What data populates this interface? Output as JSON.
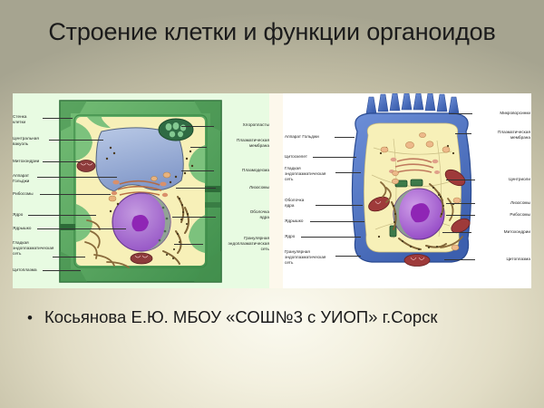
{
  "slide": {
    "title": "Строение клетки и функции органоидов",
    "background_colors": {
      "center": "#fbfaf0",
      "edge": "#a6a490"
    }
  },
  "bullet": {
    "marker": "•",
    "text": "Косьянова Е.Ю. МБОУ  «СОШ№3 с УИОП» г.Сорск"
  },
  "plant_cell": {
    "panel_background": "#e8fbe2",
    "colors": {
      "wall": "#5bab5e",
      "cytoplasm": "#f7f0b8",
      "vacuole": "#97aed8",
      "nucleus": "#9c57c4",
      "chloroplast": "#2f6b43",
      "mitochondria": "#8d3b3b",
      "golgi": "#d9906b"
    },
    "labels_left": [
      "Стенка\nклетки",
      "Центральная\nвакуоль",
      "Митохондрии",
      "Аппарат\nГольджи",
      "Рибосомы",
      "Ядро",
      "Ядрышко",
      "Гладкая\nэндоплазматическая\nсеть",
      "Цитоплазма"
    ],
    "labels_right": [
      "Хлоропласты",
      "Плазматическая\nмембрана",
      "Плазмодесма",
      "Лизосомы",
      "Оболочка\nядра",
      "Гранулярная\nэндоплазматическая\nсеть"
    ]
  },
  "animal_cell": {
    "panel_background": "#ffffff",
    "colors": {
      "membrane": "#4a6fc4",
      "cytoplasm": "#f7f0b8",
      "nucleus": "#9c57c4",
      "mitochondria": "#9e3a3a",
      "golgi": "#e0a08a",
      "centriole": "#3d7a4a"
    },
    "labels_left": [
      "Аппарат Гольджи",
      "Цитоскелет",
      "Гладкая\nэндоплазматическая\nсеть",
      "Оболочка\nядра",
      "Ядрышко",
      "Ядро",
      "Гранулярная\nэндоплазматическая\nсеть"
    ],
    "labels_right": [
      "Микроворсинки",
      "Плазматическая\nмембрана",
      "Центриоли",
      "Лизосомы",
      "Рибосомы",
      "Митохондрии",
      "Цитоплазма"
    ]
  }
}
